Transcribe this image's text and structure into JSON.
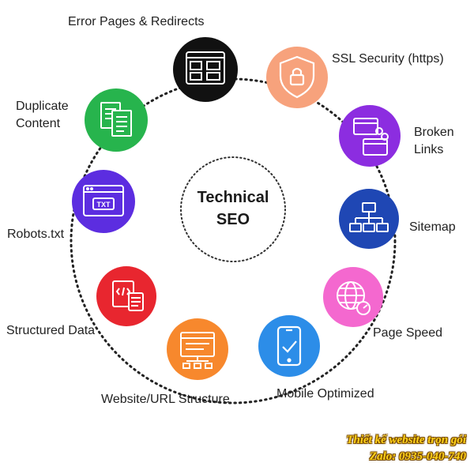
{
  "center": {
    "line1": "Technical",
    "line2": "SEO"
  },
  "nodes": [
    {
      "key": "error-pages",
      "label": "Error Pages & Redirects",
      "color": "#111111",
      "icon": "browser-windows-icon"
    },
    {
      "key": "ssl",
      "label": "SSL Security (https)",
      "color": "#f7a27c",
      "icon": "shield-lock-icon"
    },
    {
      "key": "broken-links",
      "label_lines": [
        "Broken",
        "Links"
      ],
      "color": "#8c2de0",
      "icon": "broken-link-icon"
    },
    {
      "key": "sitemap",
      "label": "Sitemap",
      "color": "#1f47b4",
      "icon": "sitemap-icon"
    },
    {
      "key": "page-speed",
      "label": "Page Speed",
      "color": "#f468cf",
      "icon": "globe-speed-icon"
    },
    {
      "key": "mobile",
      "label": "Mobile Optimized",
      "color": "#2c8de8",
      "icon": "mobile-check-icon"
    },
    {
      "key": "url-structure",
      "label": "Website/URL Structure",
      "color": "#f7882d",
      "icon": "url-tree-icon"
    },
    {
      "key": "structured-data",
      "label": "Structured Data",
      "color": "#e8262f",
      "icon": "code-window-icon"
    },
    {
      "key": "robots",
      "label": "Robots.txt",
      "color": "#5c2de0",
      "icon": "txt-file-icon"
    },
    {
      "key": "duplicate",
      "label_lines": [
        "Duplicate",
        "Content"
      ],
      "color": "#27b44d",
      "icon": "duplicate-docs-icon"
    }
  ],
  "watermark": {
    "line1": "Thiết kế website trọn gói",
    "line2": "Zalo: 0935-040-740"
  }
}
